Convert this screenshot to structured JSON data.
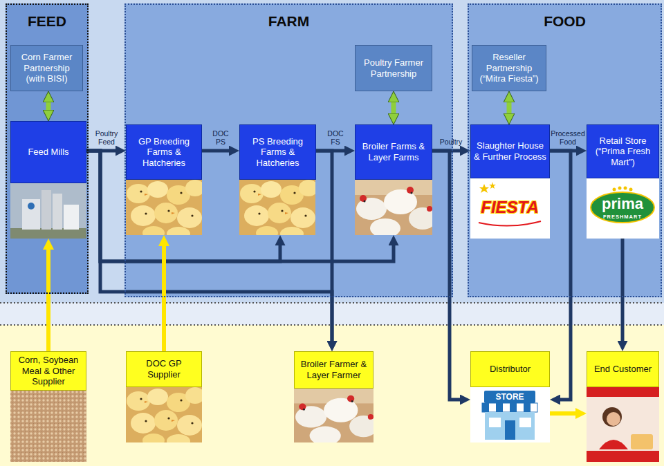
{
  "diagram": {
    "nodes": [
      {
        "text": [
          "FEED"
        ]
      },
      {
        "text": [
          "Corn Farmer Partnership (with BISI)"
        ],
        "in": 0
      },
      {
        "text": [
          "Feed Mills"
        ],
        "in": 0
      },
      {
        "text": [
          "FARM"
        ]
      },
      {
        "text": [
          "GP Breeding Farms & Hatcheries"
        ],
        "in": 3
      },
      {
        "text": [
          "PS Breeding Farms & Hatcheries"
        ],
        "in": 3
      },
      {
        "text": [
          "Poultry Farmer Partnership"
        ],
        "in": 3
      },
      {
        "text": [
          "Broiler Farms & Layer Farms"
        ],
        "in": 3
      },
      {
        "text": [
          "FOOD"
        ]
      },
      {
        "text": [
          "Reseller Partnership (“Mitra Fiesta”)"
        ],
        "in": 8
      },
      {
        "text": [
          "Slaughter House & Further Process"
        ],
        "in": 8
      },
      {
        "text": [
          "Retail Store (“Prima Fresh Mart”)"
        ],
        "in": 8
      },
      {
        "text": [
          "Corn, Soybean Meal & Other Supplier"
        ]
      },
      {
        "text": [
          "DOC GP Supplier"
        ]
      },
      {
        "text": [
          "Broiler Farmer & Layer Farmer"
        ]
      },
      {
        "text": [
          "Distributor"
        ]
      },
      {
        "text": [
          "End Customer"
        ]
      }
    ],
    "edges": [
      {
        "from": 1,
        "to": 2,
        "arrow": "both"
      },
      {
        "from": 2,
        "to": 4,
        "label": "Poultry Feed",
        "arrow": "to"
      },
      {
        "from": 2,
        "to": 5,
        "arrow": "to"
      },
      {
        "from": 2,
        "to": 7,
        "arrow": "to"
      },
      {
        "from": 2,
        "to": 14,
        "arrow": "to"
      },
      {
        "from": 4,
        "to": 5,
        "label": "DOC PS",
        "arrow": "to"
      },
      {
        "from": 5,
        "to": 7,
        "label": "DOC FS",
        "arrow": "to"
      },
      {
        "from": 5,
        "to": 14,
        "arrow": "to"
      },
      {
        "from": 6,
        "to": 7,
        "arrow": "both"
      },
      {
        "from": 7,
        "to": 10,
        "label": "Poultry",
        "arrow": "to"
      },
      {
        "from": 7,
        "to": 15,
        "arrow": "to"
      },
      {
        "from": 9,
        "to": 10,
        "arrow": "both"
      },
      {
        "from": 10,
        "to": 11,
        "label": "Processed Food",
        "arrow": "to"
      },
      {
        "from": 10,
        "to": 15,
        "arrow": "to"
      },
      {
        "from": 11,
        "to": 16,
        "arrow": "to"
      },
      {
        "from": 12,
        "to": 2,
        "arrow": "to"
      },
      {
        "from": 13,
        "to": 4,
        "arrow": "to"
      },
      {
        "from": 15,
        "to": 16,
        "arrow": "to"
      }
    ],
    "labels": [
      "FIESTA",
      "prima",
      "FRESHMART",
      "STORE"
    ]
  }
}
